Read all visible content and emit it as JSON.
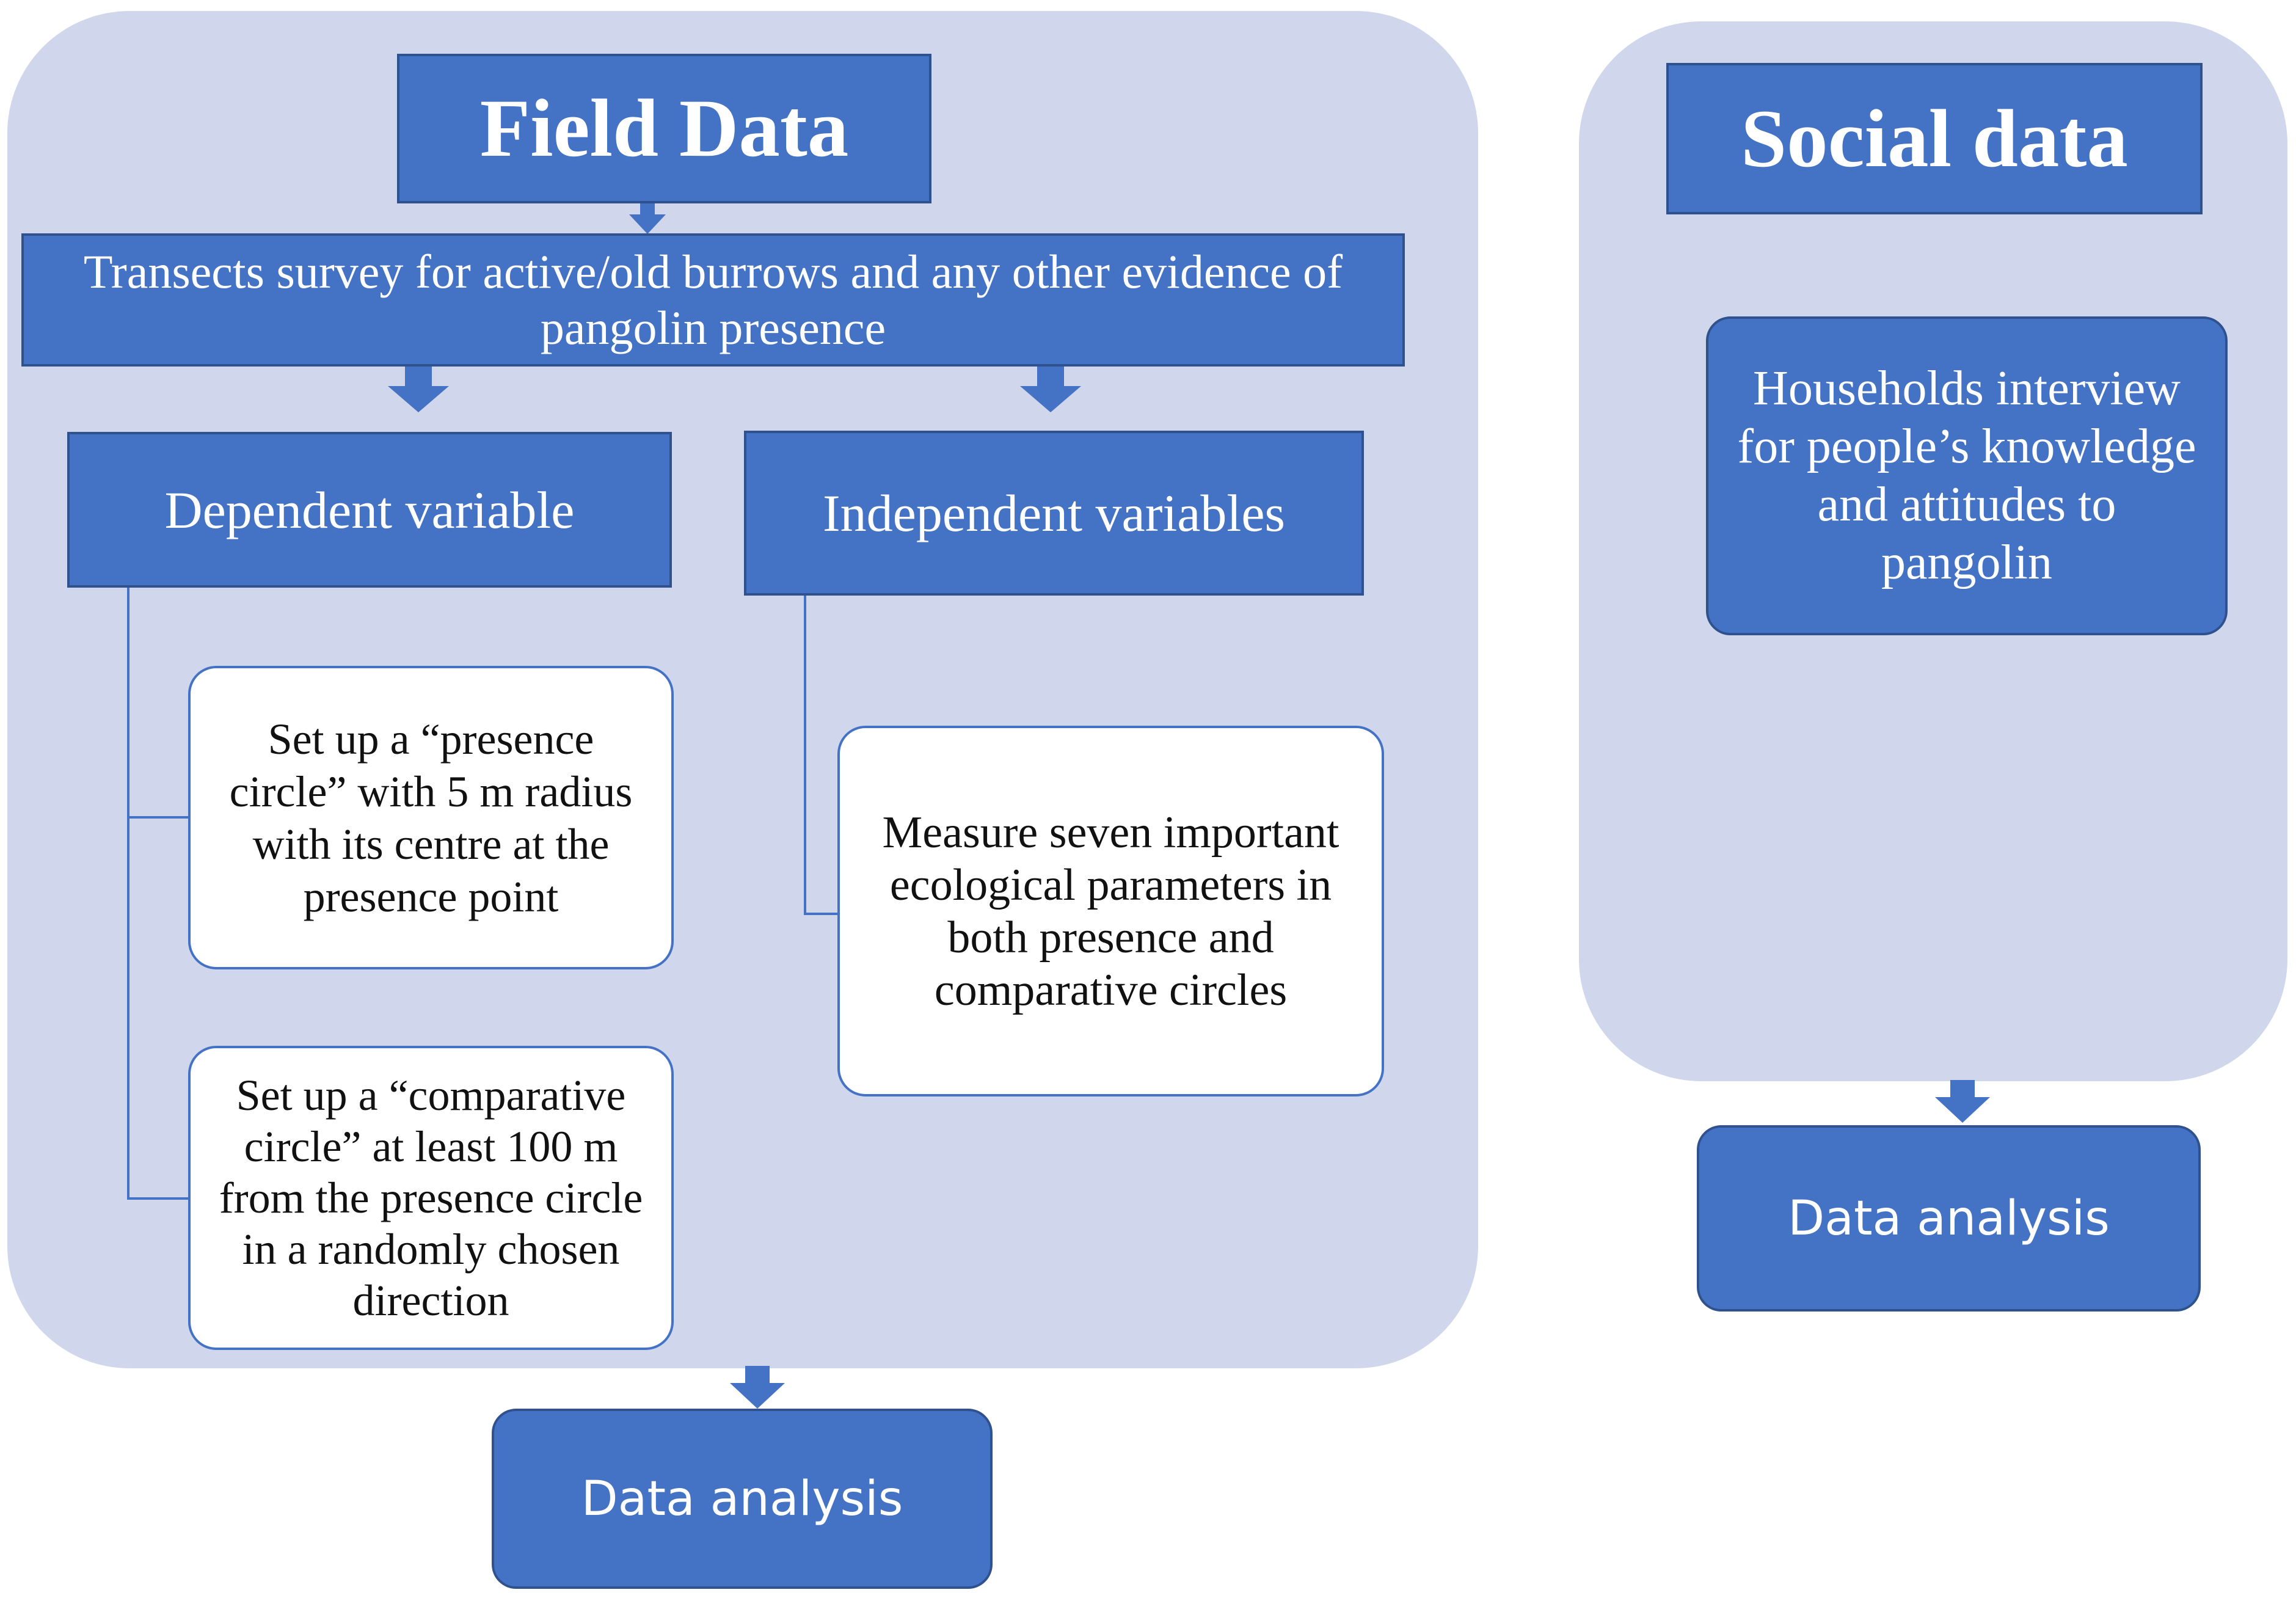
{
  "field": {
    "title": "Field Data",
    "transects": "Transects  survey for active/old burrows and any other evidence of pangolin presence",
    "dependent": "Dependent variable",
    "independent": "Independent variables",
    "presence_circle": "Set up a “presence circle” with 5 m radius with its centre at the presence point",
    "comparative_circle": "Set up a “comparative circle” at least 100 m from the presence circle in a randomly chosen direction",
    "measure": "Measure seven important ecological parameters in both presence and comparative circles",
    "analysis": "Data analysis"
  },
  "social": {
    "title": "Social data",
    "households": "Households interview for people’s knowledge and attitudes to pangolin",
    "analysis": "Data analysis"
  },
  "colors": {
    "panel": "#d0d7ec",
    "box": "#4472c4",
    "box_border": "#2f528f",
    "text_light": "#ffffff"
  }
}
